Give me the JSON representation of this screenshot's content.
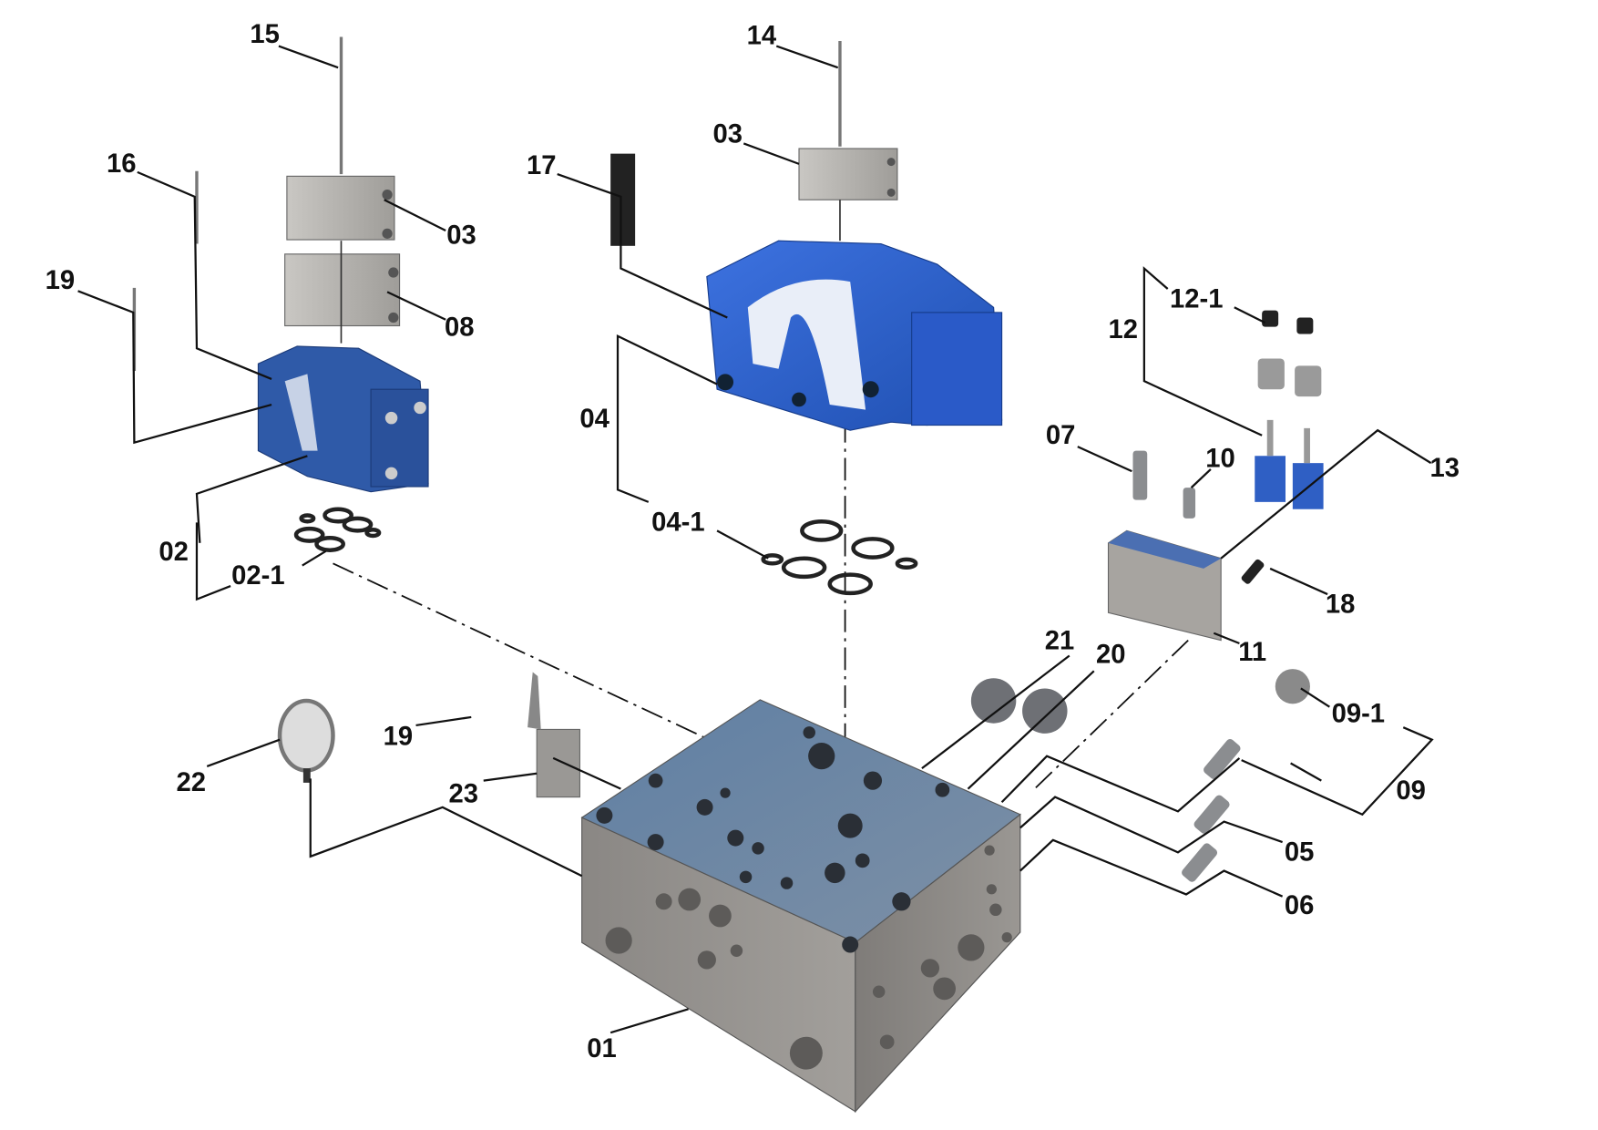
{
  "title": "Hydraulic manifold assembly exploded view",
  "labels": {
    "p15": "15",
    "p14": "14",
    "p03a": "03",
    "p03b": "03",
    "p16": "16",
    "p17": "17",
    "p19a": "19",
    "p08": "08",
    "p12_1": "12-1",
    "p12": "12",
    "p04": "04",
    "p07": "07",
    "p10": "10",
    "p13": "13",
    "p02": "02",
    "p04_1": "04-1",
    "p02_1": "02-1",
    "p18": "18",
    "p21": "21",
    "p20": "20",
    "p11": "11",
    "p09_1": "09-1",
    "p19b": "19",
    "p22": "22",
    "p23": "23",
    "p09": "09",
    "p05": "05",
    "p06": "06",
    "p01": "01"
  },
  "colors": {
    "blue": "#2f5fc4",
    "darkblue": "#2d4f9a",
    "steel": "#8f8c89",
    "steel_top": "#6f86a0",
    "grey_valve": "#b9b7b3"
  }
}
